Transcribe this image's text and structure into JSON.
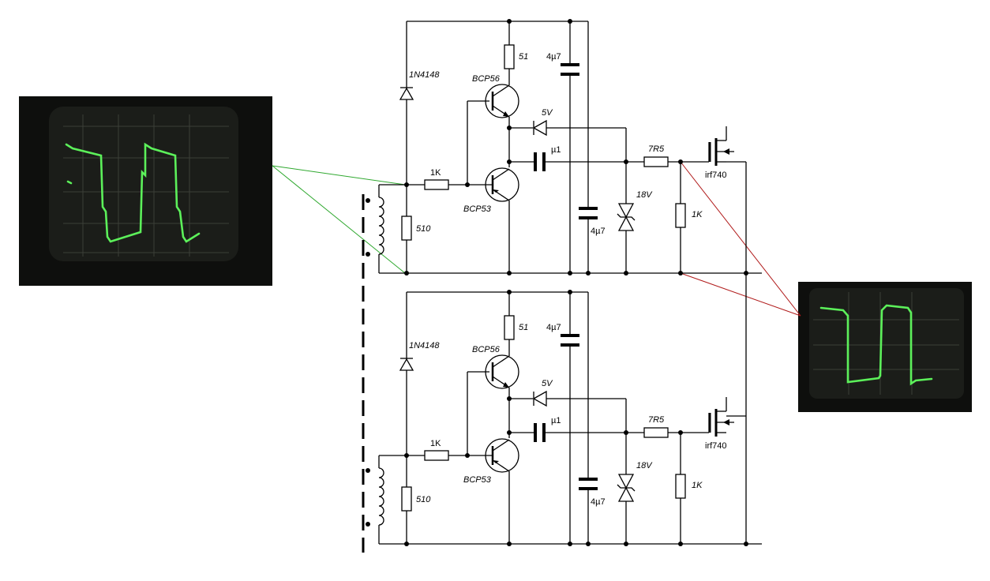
{
  "labels": {
    "diode": "1N4148",
    "transistor_top": "BCP56",
    "transistor_bottom": "BCP53",
    "resistor_emitter": "51",
    "resistor_base": "1K",
    "resistor_shunt": "510",
    "cap_decouple": "4µ7",
    "cap_couple": "µ1",
    "zener_5v": "5V",
    "zener_18v": "18V",
    "resistor_gate": "7R5",
    "resistor_gate_pulldown": "1K",
    "mosfet": "irf740"
  },
  "colors": {
    "trace": "#5cf05a",
    "probe_left": "#2fa82f",
    "probe_right": "#b01a1a"
  },
  "scopes": [
    {
      "name": "left-oscilloscope-photo",
      "waveform": "square with ringing and sloped tops"
    },
    {
      "name": "right-oscilloscope-photo",
      "waveform": "clean square"
    }
  ]
}
